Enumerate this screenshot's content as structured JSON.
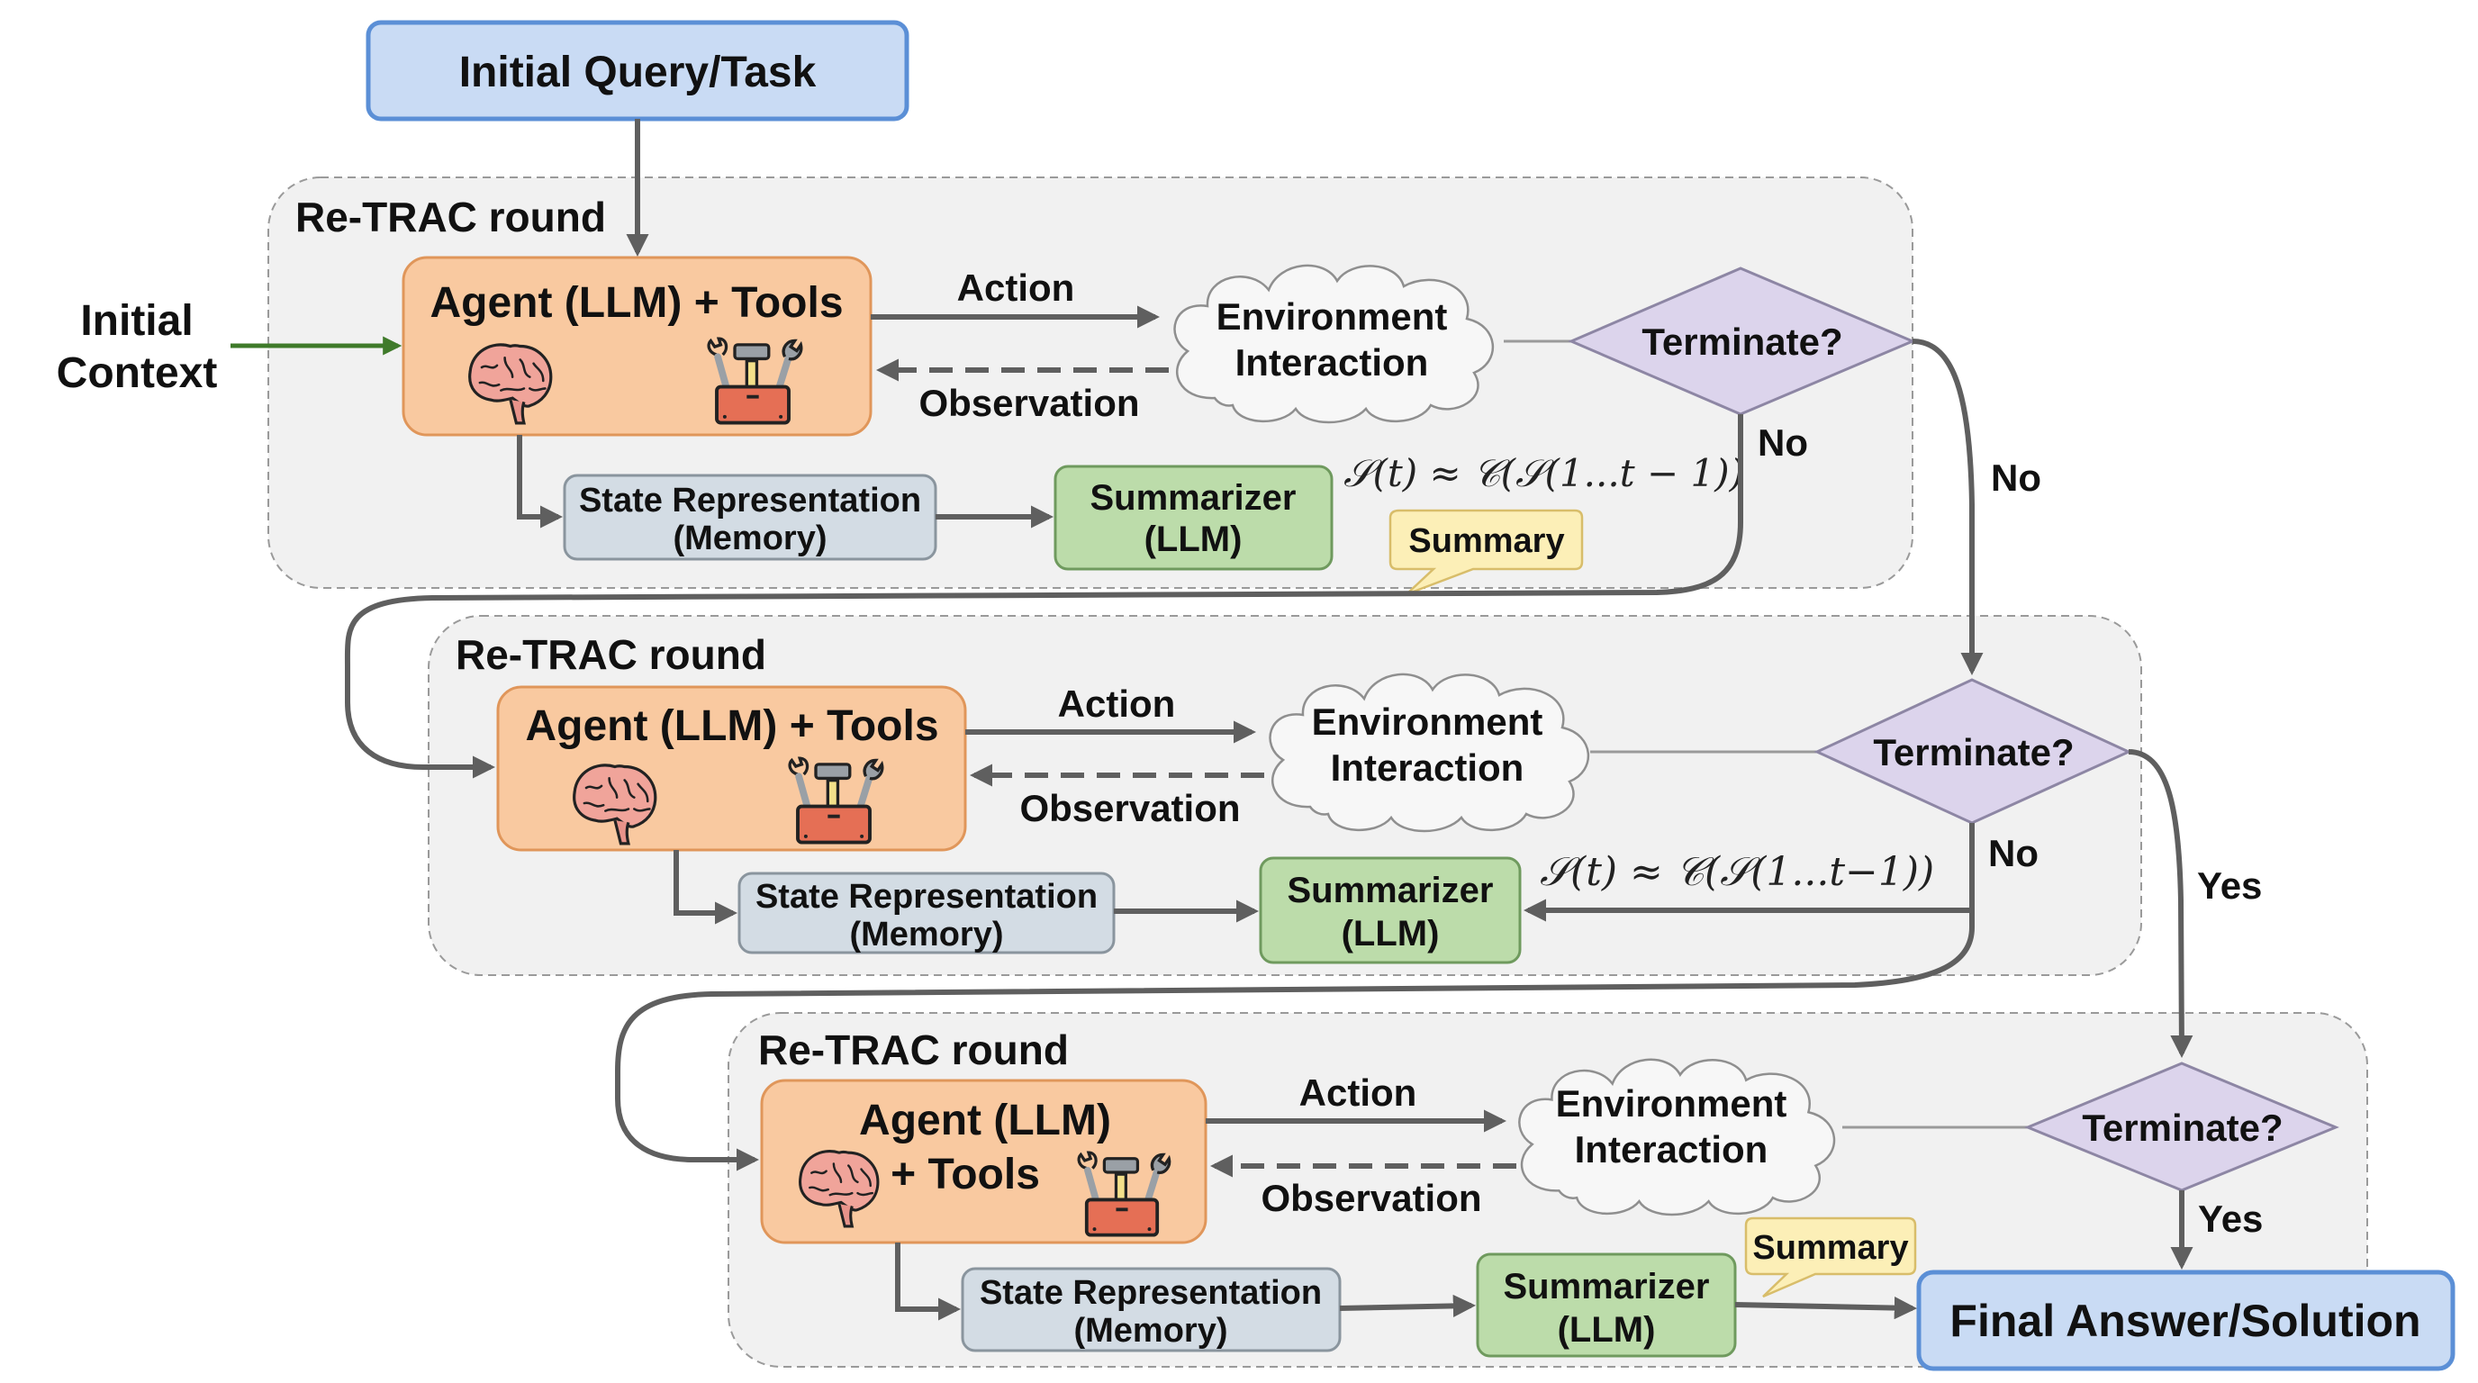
{
  "diagram": {
    "start": {
      "label": "Initial Query/Task"
    },
    "initial_context": {
      "line1": "Initial",
      "line2": "Context"
    },
    "final": {
      "label": "Final Answer/Solution"
    },
    "colors": {
      "query_fill": "#c9dbf4",
      "query_stroke": "#5b8fd6",
      "agent_fill": "#f9c9a0",
      "agent_stroke": "#e0965a",
      "state_fill": "#d3dce4",
      "state_stroke": "#8a959e",
      "summarizer_fill": "#bcdcaa",
      "summarizer_stroke": "#6f9a5e",
      "summary_fill": "#fcefb7",
      "summary_stroke": "#d8bd6a",
      "terminate_fill": "#dcd4ec",
      "terminate_stroke": "#8d86a4",
      "container_fill": "#f1f1f1",
      "container_stroke": "#9a9a9a",
      "arrow": "#5f5f5f",
      "context_arrow": "#3f7a2a"
    },
    "rounds": [
      {
        "title": "Re-TRAC round",
        "agent": {
          "line1": "Agent (LLM) + Tools",
          "line2": ""
        },
        "action_label": "Action",
        "observation_label": "Observation",
        "environment": {
          "line1": "Environment",
          "line2": "Interaction"
        },
        "terminate": "Terminate?",
        "no_label": "No",
        "state": {
          "line1": "State Representation",
          "line2": "(Memory)"
        },
        "summarizer": {
          "line1": "Summarizer",
          "line2": "(LLM)"
        },
        "formula": "𝒮(t) ≈ 𝒞(𝒮(1...t − 1))",
        "summary_bubble": "Summary",
        "exit_label": "No"
      },
      {
        "title": "Re-TRAC round",
        "agent": {
          "line1": "Agent (LLM) + Tools",
          "line2": ""
        },
        "action_label": "Action",
        "observation_label": "Observation",
        "environment": {
          "line1": "Environment",
          "line2": "Interaction"
        },
        "terminate": "Terminate?",
        "no_label": "No",
        "state": {
          "line1": "State Representation",
          "line2": "(Memory)"
        },
        "summarizer": {
          "line1": "Summarizer",
          "line2": "(LLM)"
        },
        "formula": "𝒮(t) ≈ 𝒞(𝒮(1...t−1))",
        "exit_label": "Yes"
      },
      {
        "title": "Re-TRAC round",
        "agent": {
          "line1": "Agent (LLM)",
          "line2": "+ Tools"
        },
        "action_label": "Action",
        "observation_label": "Observation",
        "environment": {
          "line1": "Environment",
          "line2": "Interaction"
        },
        "terminate": "Terminate?",
        "yes_label": "Yes",
        "state": {
          "line1": "State Representation",
          "line2": "(Memory)"
        },
        "summarizer": {
          "line1": "Summarizer",
          "line2": "(LLM)"
        },
        "summary_bubble": "Summary"
      }
    ],
    "icons": [
      "brain-icon",
      "toolbox-icon"
    ]
  }
}
